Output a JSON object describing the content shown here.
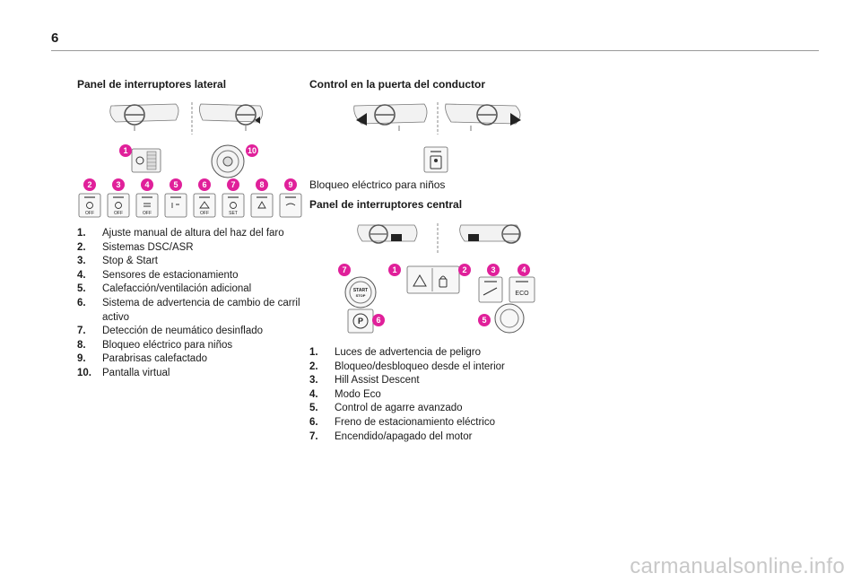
{
  "page": {
    "number": "6",
    "watermark": "carmanualsonline.info"
  },
  "left": {
    "heading": "Panel de interruptores lateral",
    "callouts": [
      "1",
      "2",
      "3",
      "4",
      "5",
      "6",
      "7",
      "8",
      "9",
      "10"
    ],
    "button_labels": [
      "OFF",
      "OFF",
      "OFF",
      "OFF",
      "SET"
    ],
    "items": [
      {
        "num": "1.",
        "text": "Ajuste manual de altura del haz del faro"
      },
      {
        "num": "2.",
        "text": "Sistemas DSC/ASR"
      },
      {
        "num": "3.",
        "text": "Stop & Start"
      },
      {
        "num": "4.",
        "text": "Sensores de estacionamiento"
      },
      {
        "num": "5.",
        "text": "Calefacción/ventilación adicional"
      },
      {
        "num": "6.",
        "text": "Sistema de advertencia de cambio de carril activo"
      },
      {
        "num": "7.",
        "text": "Detección de neumático desinflado"
      },
      {
        "num": "8.",
        "text": "Bloqueo eléctrico para niños"
      },
      {
        "num": "9.",
        "text": "Parabrisas calefactado"
      },
      {
        "num": "10.",
        "text": "Pantalla virtual"
      }
    ]
  },
  "right": {
    "heading_door": "Control en la puerta del conductor",
    "caption_door": "Bloqueo eléctrico para niños",
    "heading_center": "Panel de interruptores central",
    "callouts": [
      "7",
      "1",
      "2",
      "3",
      "4",
      "6",
      "5"
    ],
    "button_labels": {
      "start": "START",
      "stop": "STOP",
      "eco": "ECO",
      "park": "P"
    },
    "items": [
      {
        "num": "1.",
        "text": "Luces de advertencia de peligro"
      },
      {
        "num": "2.",
        "text": "Bloqueo/desbloqueo desde el interior"
      },
      {
        "num": "3.",
        "text": "Hill Assist Descent"
      },
      {
        "num": "4.",
        "text": "Modo Eco"
      },
      {
        "num": "5.",
        "text": "Control de agarre avanzado"
      },
      {
        "num": "6.",
        "text": "Freno de estacionamiento eléctrico"
      },
      {
        "num": "7.",
        "text": "Encendido/apagado del motor"
      }
    ]
  },
  "colors": {
    "callout": "#e0209a",
    "line": "#555555",
    "panel": "#f2f2f2",
    "rule": "#9a9a9a"
  }
}
